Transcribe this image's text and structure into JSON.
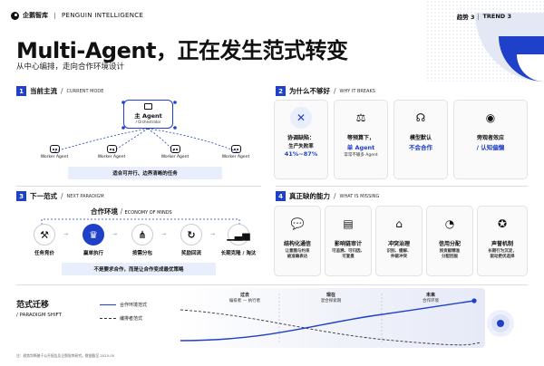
{
  "header": {
    "brand_cn": "企鹅智库",
    "brand_en": "PENGUIN INTELLIGENCE",
    "trend_label": "趋势 3",
    "trend_en": "TREND 3",
    "title": "Multi-Agent，正在发生范式转变",
    "subtitle": "从中心编排，走向合作环境设计"
  },
  "section1": {
    "num": "1",
    "title": "当前主流",
    "title_en": "CURRENT MODE",
    "orchestrator_label": "主 Agent",
    "orchestrator_sub": "/ Orchestrator",
    "workers": [
      "Worker Agent",
      "Worker Agent",
      "Worker Agent",
      "Worker Agent"
    ],
    "caption": "适合可并行、边界清晰的任务"
  },
  "section2": {
    "num": "2",
    "title": "为什么不够好",
    "title_en": "WHY IT BREAKS",
    "cards": [
      {
        "icon": "shield-x-icon",
        "l1": "协调缺陷：",
        "l2": "生产失败率",
        "l3": "41%~87%",
        "l4": ""
      },
      {
        "icon": "scales-icon",
        "l1": "等预算下，",
        "l2": "",
        "l3": "单 Agent",
        "l4": "常常不输多 Agent"
      },
      {
        "icon": "head-network-icon",
        "l1": "模型默认",
        "l2": "",
        "l3": "不会合作",
        "l4": ""
      },
      {
        "icon": "eye-people-icon",
        "l1": "旁观者效应",
        "l2": "",
        "l3": "/ 认知偏懒",
        "l4": ""
      }
    ]
  },
  "section3": {
    "num": "3",
    "title": "下一范式",
    "title_en": "NEXT PARADIGM",
    "env_label": "合作环境",
    "env_en": "ECONOMY OF MINDS",
    "steps": [
      "任务竞价",
      "赢单执行",
      "按需分包",
      "奖励回流",
      "长期克隆 / 淘汰"
    ],
    "caption": "不是要求合作，而是让合作变成最优策略"
  },
  "section4": {
    "num": "4",
    "title": "真正缺的能力",
    "title_en": "WHAT IS MISSING",
    "cards": [
      {
        "icon": "chat-bubbles-icon",
        "l1": "结构化通信",
        "l2": "让意图与约束\n被准确表达"
      },
      {
        "icon": "document-search-icon",
        "l1": "影响链审计",
        "l2": "可追溯、可归因、\n可复盘"
      },
      {
        "icon": "hierarchy-icon",
        "l1": "冲突治理",
        "l2": "识别、缓解、\n仲裁冲突"
      },
      {
        "icon": "pie-user-icon",
        "l1": "信用分配",
        "l2": "按贡献精准\n分配回报"
      },
      {
        "icon": "badge-star-icon",
        "l1": "声誉机制",
        "l2": "长期行为沉淀，\n驱动更优选择"
      }
    ]
  },
  "section5": {
    "title": "范式迁移",
    "title_en": "PARADIGM SHIFT",
    "legend": [
      "合作环境范式",
      "编排者范式"
    ],
    "stages": [
      {
        "name": "过去",
        "desc": "编排者 — 执行者"
      },
      {
        "name": "现在",
        "desc": "混合探索期"
      },
      {
        "name": "未来",
        "desc": "合作环境"
      }
    ]
  },
  "footer": "注：趋势判断基于公开报告及企鹅智库研究。数据截至 2025.05",
  "colors": {
    "accent": "#1f40c8",
    "accent_light": "#e9eefc"
  }
}
